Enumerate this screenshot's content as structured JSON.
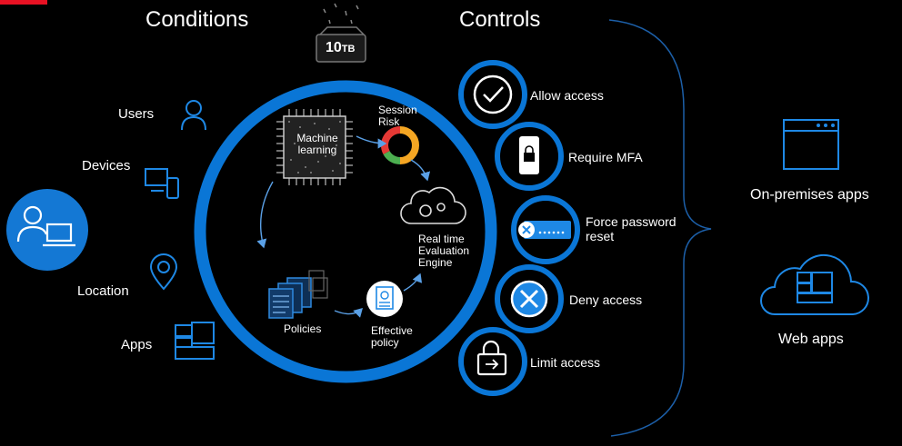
{
  "headings": {
    "conditions": "Conditions",
    "controls": "Controls"
  },
  "storage_badge": {
    "value": "10",
    "unit": "TB"
  },
  "conditions": [
    {
      "label": "Users",
      "icon": "user-icon"
    },
    {
      "label": "Devices",
      "icon": "devices-icon"
    },
    {
      "label": "Location",
      "icon": "location-pin-icon"
    },
    {
      "label": "Apps",
      "icon": "apps-icon"
    }
  ],
  "engine": {
    "machine_learning": "Machine learning",
    "session_risk": "Session Risk",
    "evaluation_engine": "Real time Evaluation Engine",
    "policies": "Policies",
    "effective_policy": "Effective policy"
  },
  "controls": [
    {
      "label": "Allow access",
      "icon": "checkmark-icon"
    },
    {
      "label": "Require MFA",
      "icon": "phone-lock-icon"
    },
    {
      "label": "Force password reset",
      "icon": "password-reset-icon"
    },
    {
      "label": "Deny access",
      "icon": "deny-x-icon"
    },
    {
      "label": "Limit access",
      "icon": "limited-lock-icon"
    }
  ],
  "destinations": [
    {
      "label": "On-premises apps",
      "icon": "browser-window-icon"
    },
    {
      "label": "Web apps",
      "icon": "cloud-apps-icon"
    }
  ],
  "colors": {
    "background": "#000000",
    "ring": "#0a76d6",
    "icon_blue": "#1e88e5",
    "user_badge": "#1478d4",
    "text": "#ffffff",
    "accent_red": "#e81123",
    "risk_orange": "#f5a623",
    "risk_green": "#4caf50",
    "risk_red": "#e53935"
  }
}
